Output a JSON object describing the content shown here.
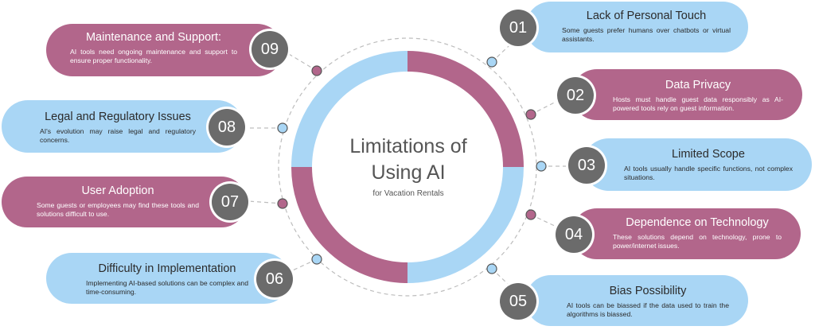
{
  "center": {
    "title_line1": "Limitations of",
    "title_line2": "Using AI",
    "subtitle": "for Vacation Rentals"
  },
  "items": [
    {
      "number": "01",
      "title": "Lack of Personal Touch",
      "desc": "Some guests prefer humans over chatbots or virtual assistants.",
      "color": "#a9d6f5"
    },
    {
      "number": "02",
      "title": "Data Privacy",
      "desc": "Hosts must handle guest data responsibly as AI-powered tools rely on guest information.",
      "color": "#b2668b"
    },
    {
      "number": "03",
      "title": "Limited Scope",
      "desc": "AI tools usually handle specific functions, not complex situations.",
      "color": "#a9d6f5"
    },
    {
      "number": "04",
      "title": "Dependence on Technology",
      "desc": "These solutions depend on technology, prone to power/internet issues.",
      "color": "#b2668b"
    },
    {
      "number": "05",
      "title": "Bias Possibility",
      "desc": "AI tools can be biassed if the data used to train the algorithms is biassed.",
      "color": "#a9d6f5"
    },
    {
      "number": "06",
      "title": "Difficulty in Implementation",
      "desc": "Implementing AI-based solutions can be complex and time-consuming.",
      "color": "#a9d6f5"
    },
    {
      "number": "07",
      "title": "User Adoption",
      "desc": "Some guests or employees may find these tools and solutions difficult to use.",
      "color": "#b2668b"
    },
    {
      "number": "08",
      "title": "Legal and Regulatory Issues",
      "desc": "AI's evolution may raise legal and regulatory concerns.",
      "color": "#a9d6f5"
    },
    {
      "number": "09",
      "title": "Maintenance and Support:",
      "desc": "AI tools need ongoing maintenance and support to ensure proper functionality.",
      "color": "#b2668b"
    }
  ],
  "colors": {
    "blue": "#a9d6f5",
    "mauve": "#b2668b",
    "badge": "#6b6b6b"
  }
}
